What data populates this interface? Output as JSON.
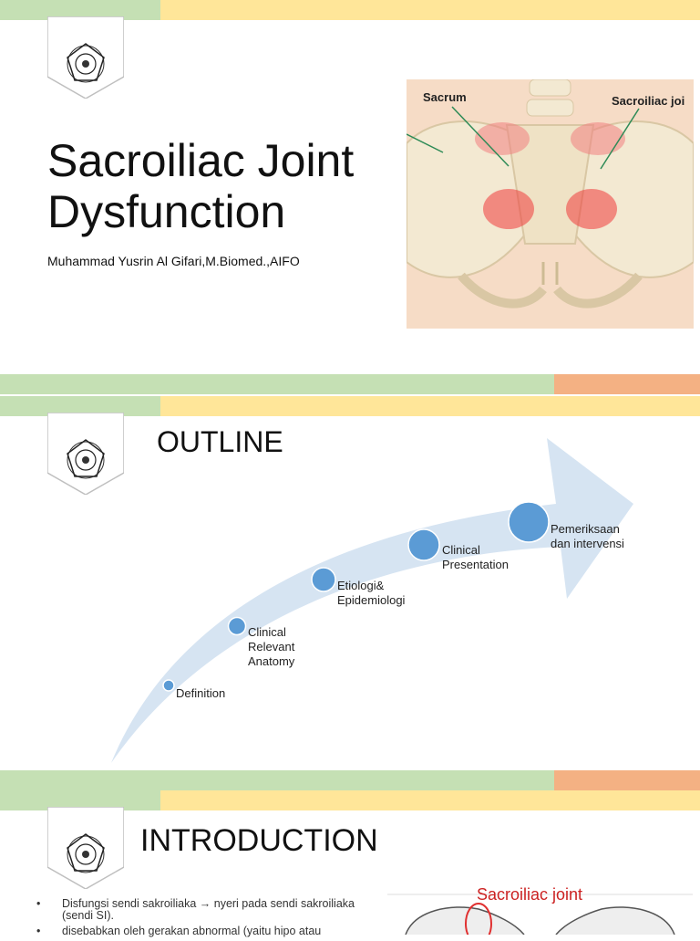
{
  "slide1": {
    "title_line1": "Sacroiliac Joint",
    "title_line2": "Dysfunction",
    "author": "Muhammad Yusrin Al Gifari,M.Biomed.,AIFO",
    "figure_labels": {
      "sacrum": "Sacrum",
      "si_joint": "Sacroiliac joi"
    }
  },
  "slide2": {
    "title": "OUTLINE",
    "steps": [
      {
        "lines": [
          "Definition"
        ]
      },
      {
        "lines": [
          "Clinical",
          "Relevant",
          "Anatomy"
        ]
      },
      {
        "lines": [
          "Etiologi&",
          "Epidemiologi"
        ]
      },
      {
        "lines": [
          "Clinical",
          "Presentation"
        ]
      },
      {
        "lines": [
          "Pemeriksaan",
          "dan intervensi"
        ]
      }
    ]
  },
  "slide3": {
    "title": "INTRODUCTION",
    "bullets": [
      "Disfungsi sendi sakroiliaka → nyeri pada sendi sakroiliaka (sendi SI).",
      "disebabkan oleh gerakan abnormal (yaitu hipo atau"
    ],
    "figure_label": "Sacroiliac joint"
  },
  "colors": {
    "bar_green": "#c5e0b4",
    "bar_yellow": "#ffe699",
    "bar_orange": "#f4b183",
    "accent_blue": "#5b9bd5",
    "arrow_fill": "#d6e4f2"
  }
}
